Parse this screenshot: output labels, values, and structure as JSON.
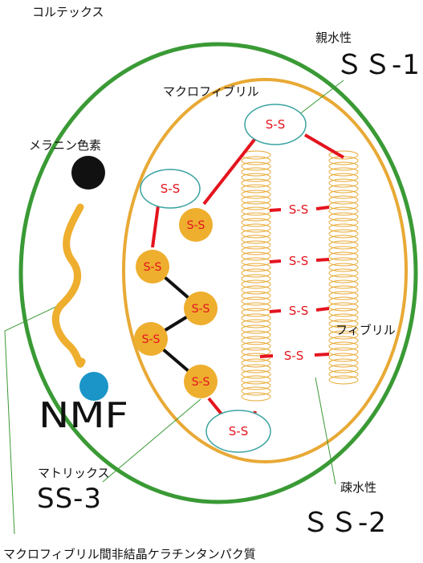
{
  "labels": {
    "cortex": "コルテックス",
    "hydrophilic": "親水性",
    "ss1": "ＳＳ-1",
    "macrofibril": "マクロフィブリル",
    "melanin": "メラニン色素",
    "nmf": "NMF",
    "fibril": "フィブリル",
    "matrix": "マトリックス",
    "ss3": "SS-3",
    "hydrophobic": "疎水性",
    "ss2": "ＳＳ-2",
    "bottom": "マクロフィブリル間非結晶ケラチンタンパク質"
  },
  "bond_label": "S-S",
  "colors": {
    "cortex_ring": "#3a9a35",
    "macrofibril_ring": "#e8a935",
    "disulfide": "#e4141e",
    "matrix_ball": "#eeae2e",
    "ss_ellipse": "#3aa3a0",
    "melanin": "#111111",
    "nmf_dot": "#1b95c7"
  }
}
